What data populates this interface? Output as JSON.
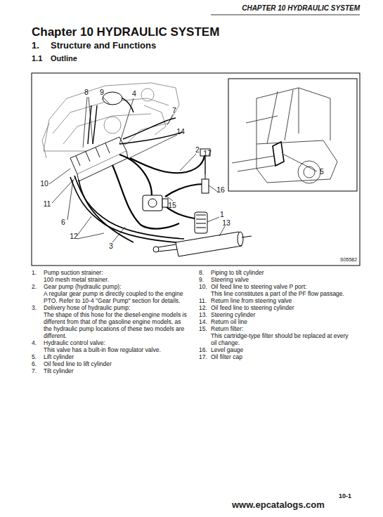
{
  "diagram": {
    "title": "Chapter 10 HYDRAULIC SYSTEM",
    "labels": [
      "CHAPTER 10 HYDRAULIC SYSTEM",
      "1.",
      "Structure and Functions",
      "1.1",
      "Outline",
      "8",
      "9",
      "4",
      "7",
      "14",
      "2",
      "17",
      "10",
      "11",
      "6",
      "16",
      "15",
      "1",
      "13",
      "12",
      "3",
      "5",
      "S05582",
      "1.",
      "Pump suction strainer:",
      "100 mesh metal strainer.",
      "2.",
      "Gear pump (hydraulic pump):",
      "A regular gear pump is directly coupled to the engine PTO. Refer to 10-4 \"Gear Pump\" section for details.",
      "3.",
      "Delivery hose of hydraulic pump:",
      "The shape of this hose for the diesel-engine models is different from that of the gasoline engine models, as the hydraulic pump locations of these two models are different.",
      "4.",
      "Hydraulic control valve:",
      "This valve has a built-in flow regulator valve.",
      "5.",
      "Lift cylinder",
      "6.",
      "Oil feed line to lift cylinder",
      "7.",
      "Tilt cylinder",
      "8.",
      "Piping to tilt cylinder",
      "9.",
      "Steering valve",
      "10.",
      "Oil feed line to steering valve P port:",
      "This line constitutes a part of the PF flow passage.",
      "11.",
      "Return line from steering valve",
      "12.",
      "Oil feed line to steering cylinder",
      "13.",
      "Steering cylinder",
      "14.",
      "Return oil line",
      "15.",
      "Return filter:",
      "This cartridge-type filter should be replaced at every oil change.",
      "16.",
      "Level gauge",
      "17.",
      "Oil filter cap",
      "www.epcatalogs.com",
      "10-1"
    ]
  }
}
